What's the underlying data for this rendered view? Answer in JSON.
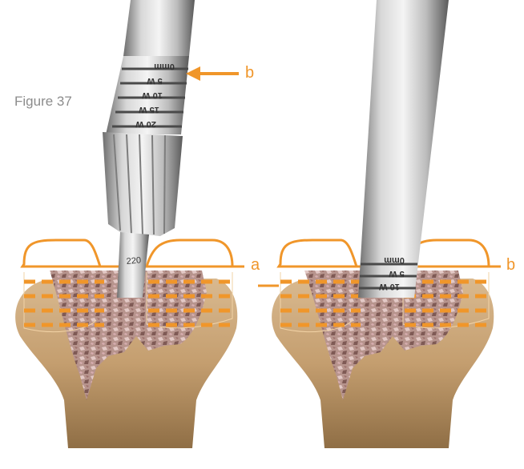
{
  "figure": {
    "caption": "Figure 37"
  },
  "callouts": {
    "left_top": "b",
    "left_plateau": "a",
    "right_plateau": "b"
  },
  "left_instrument": {
    "depth_marks": [
      "0mm",
      "5 W",
      "10 W",
      "15 W",
      "20 W"
    ],
    "rod_mark": "220"
  },
  "right_instrument": {
    "depth_marks": [
      "0mm",
      "5 W",
      "10 W"
    ]
  },
  "colors": {
    "accent": "#f0962a",
    "bone": "#c8a57a",
    "bone_dark": "#a98557",
    "cancellous": "#b98c86",
    "metal": "#c8c8c8",
    "caption": "#8c8c8c"
  }
}
